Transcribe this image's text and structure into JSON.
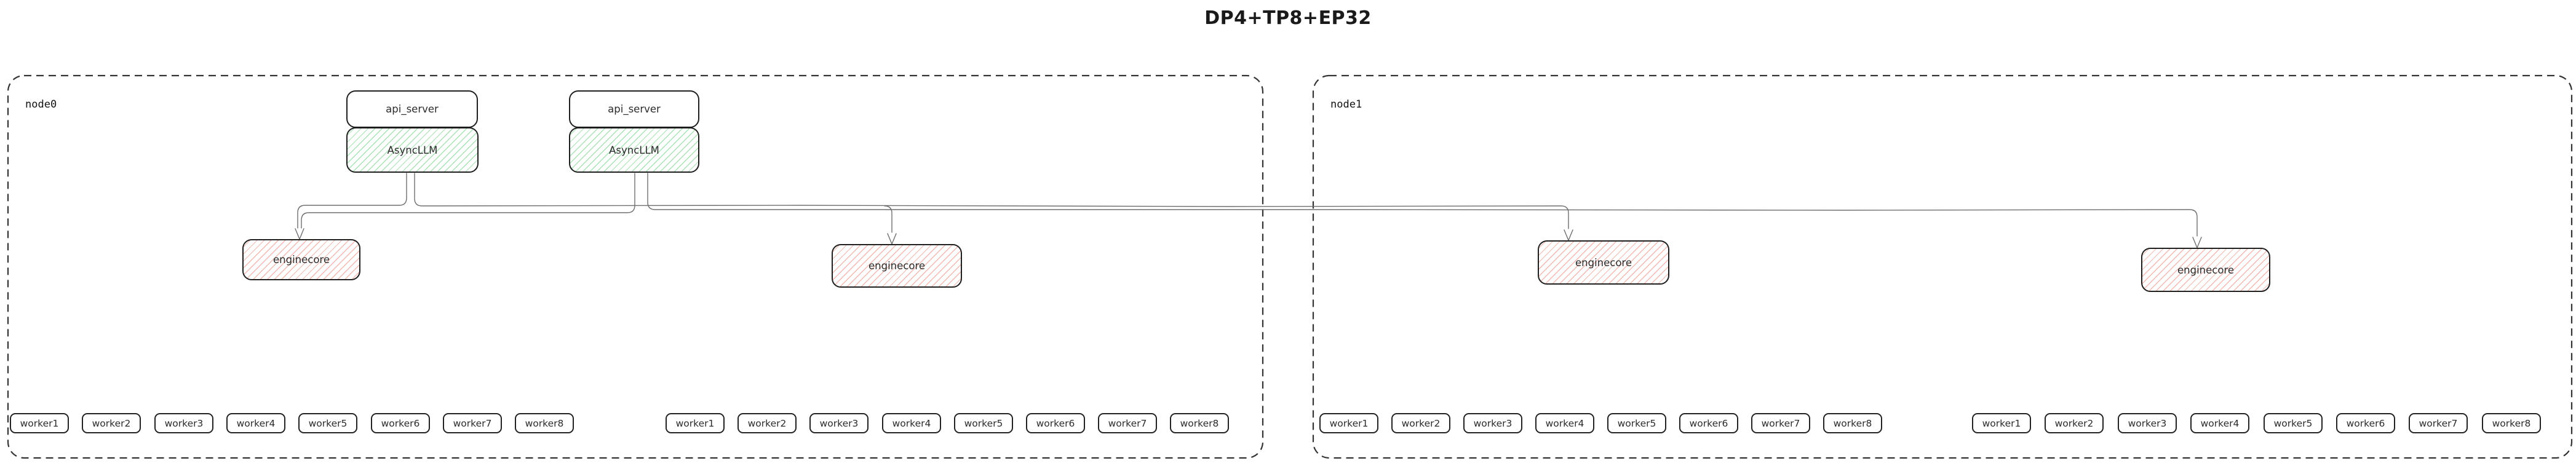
{
  "title": "DP4+TP8+EP32",
  "colors": {
    "accent_green_hatch": "#a9e2b4",
    "accent_red_hatch": "#f2b9b0",
    "box_border": "#1f1f1f",
    "connector_line": "#6e6e6e",
    "node_border": "#333333"
  },
  "nodes": [
    {
      "label": "node0",
      "stacks": [
        {
          "api": "api_server",
          "llm": "AsyncLLM"
        },
        {
          "api": "api_server",
          "llm": "AsyncLLM"
        }
      ],
      "enginecores": [
        "enginecore",
        "enginecore"
      ],
      "worker_groups": [
        {
          "workers": [
            "worker1",
            "worker2",
            "worker3",
            "worker4",
            "worker5",
            "worker6",
            "worker7",
            "worker8"
          ]
        },
        {
          "workers": [
            "worker1",
            "worker2",
            "worker3",
            "worker4",
            "worker5",
            "worker6",
            "worker7",
            "worker8"
          ]
        }
      ]
    },
    {
      "label": "node1",
      "enginecores": [
        "enginecore",
        "enginecore"
      ],
      "worker_groups": [
        {
          "workers": [
            "worker1",
            "worker2",
            "worker3",
            "worker4",
            "worker5",
            "worker6",
            "worker7",
            "worker8"
          ]
        },
        {
          "workers": [
            "worker1",
            "worker2",
            "worker3",
            "worker4",
            "worker5",
            "worker6",
            "worker7",
            "worker8"
          ]
        }
      ]
    }
  ]
}
